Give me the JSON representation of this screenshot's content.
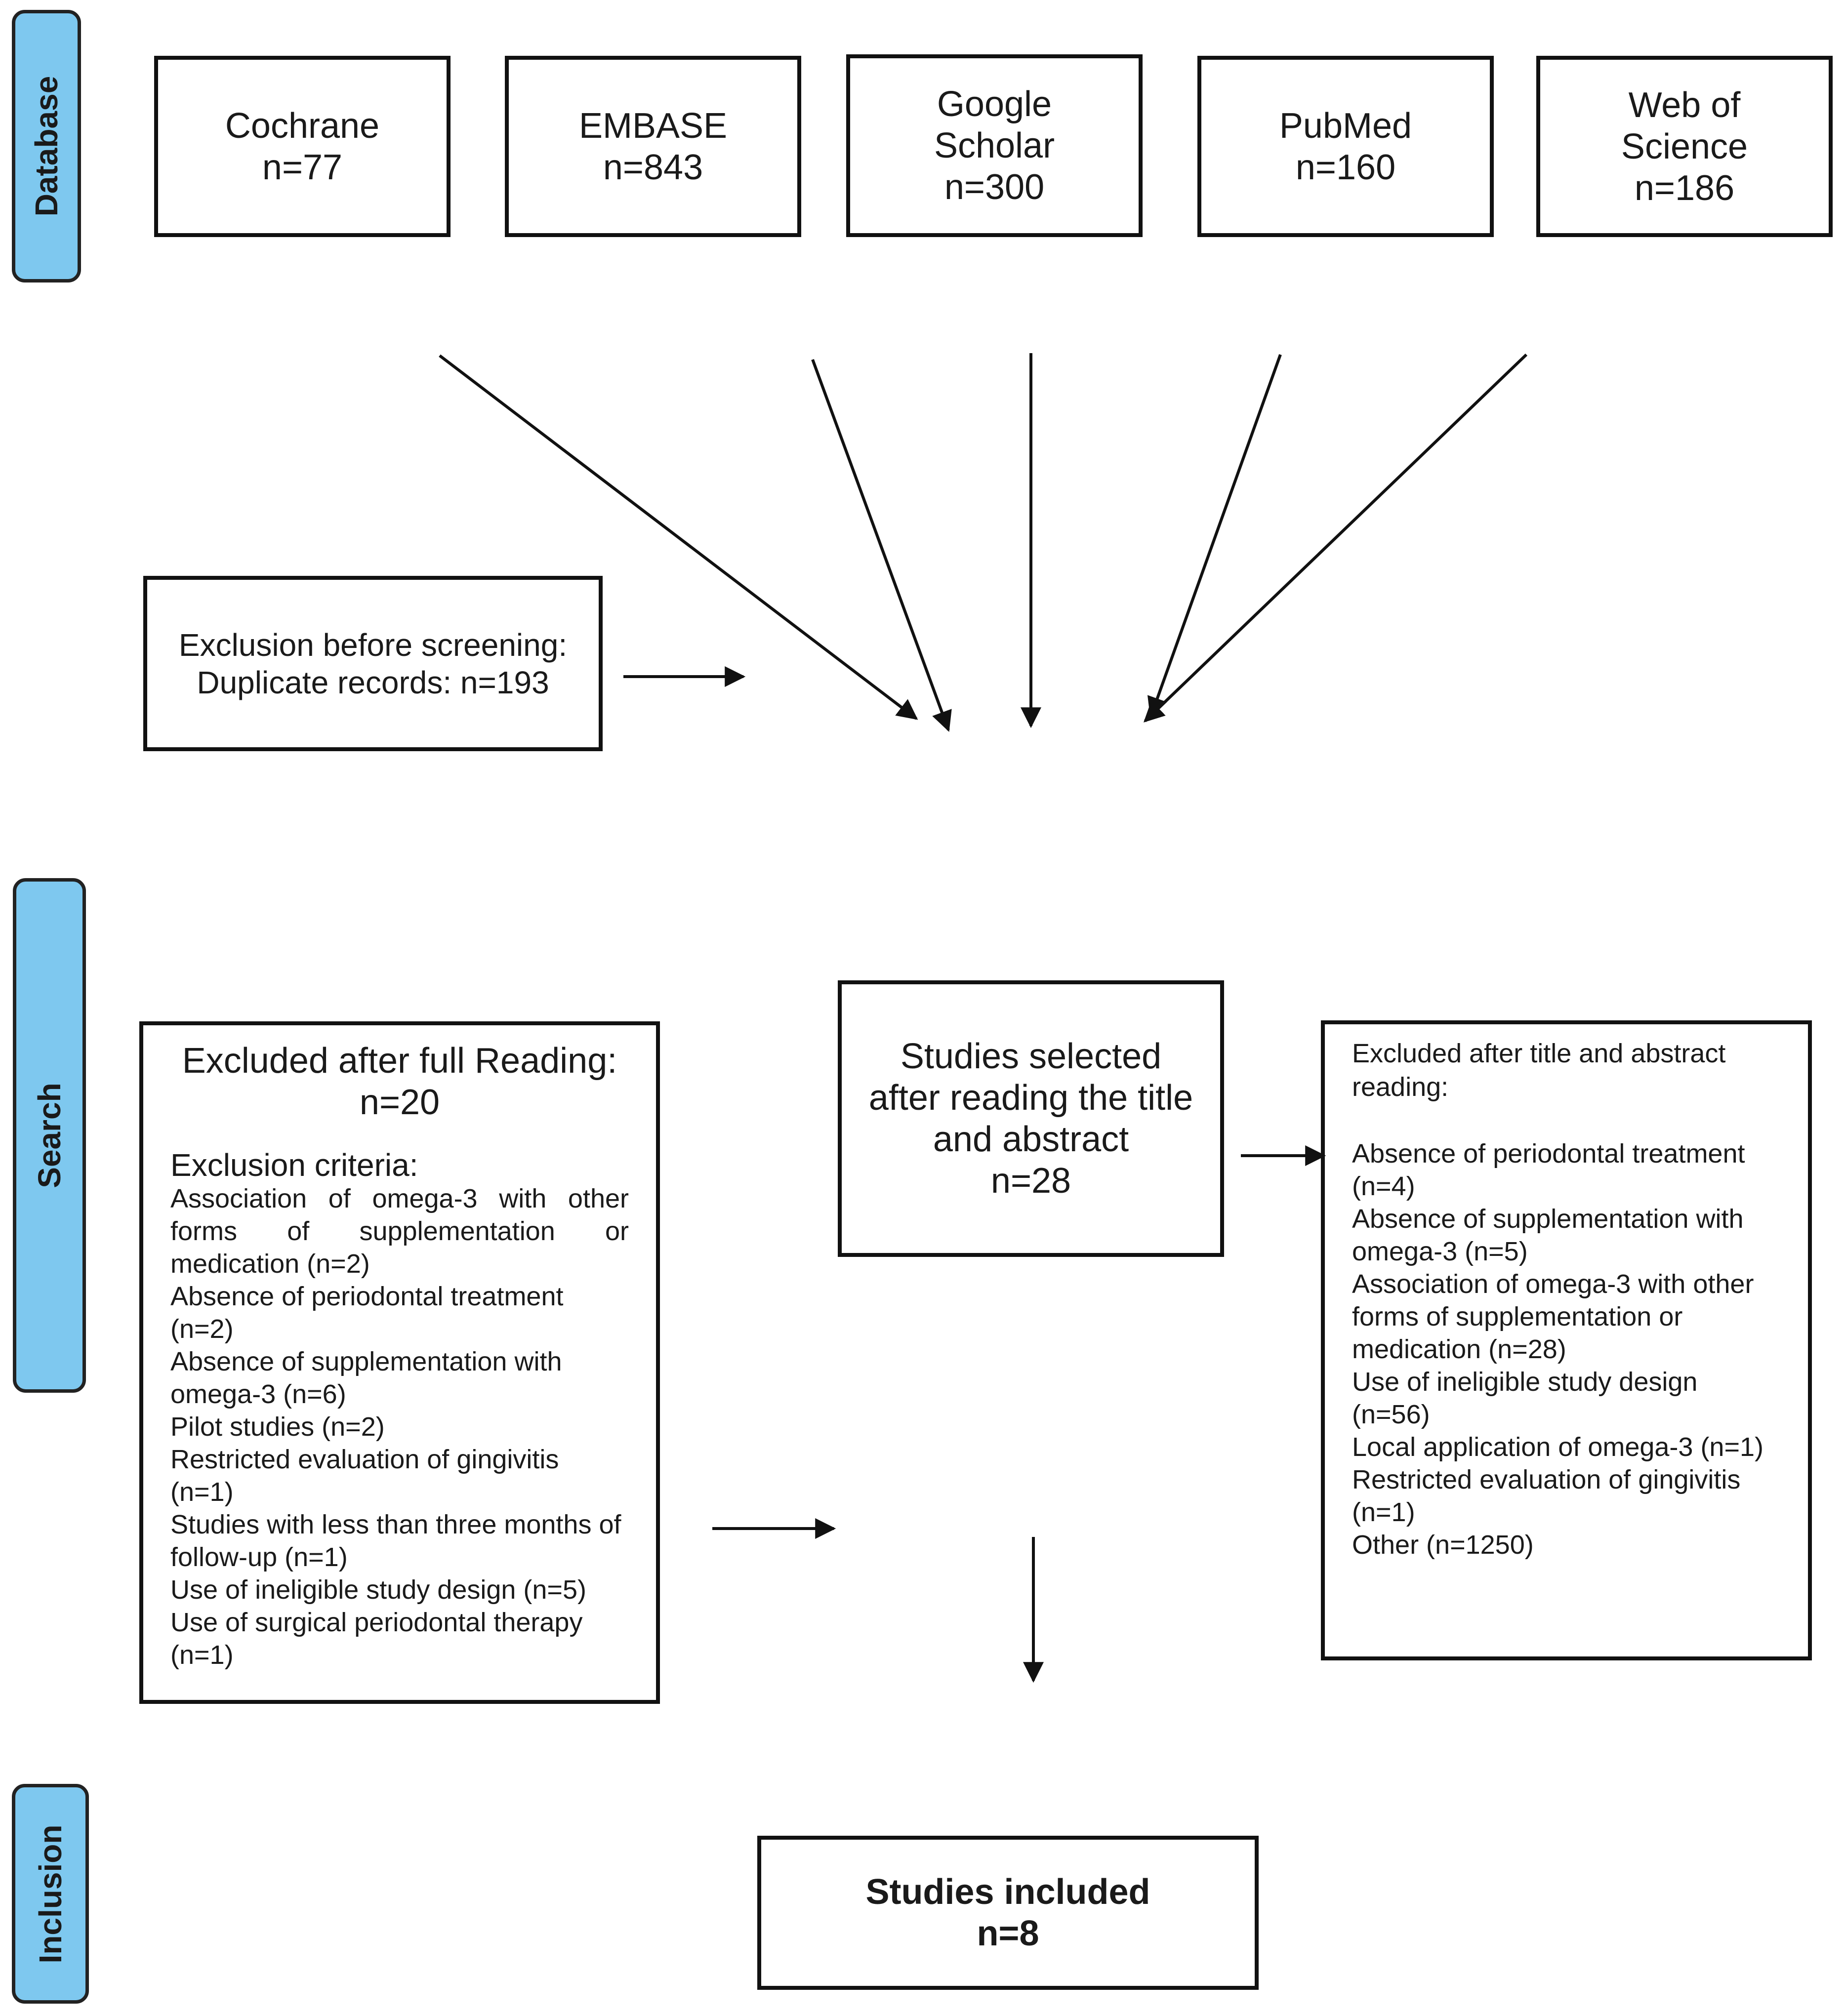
{
  "stages": {
    "database": "Database",
    "search": "Search",
    "inclusion": "Inclusion"
  },
  "databases": [
    {
      "name": "Cochrane",
      "count": "n=77"
    },
    {
      "name": "EMBASE",
      "count": "n=843"
    },
    {
      "name": "Google Scholar",
      "count": "n=300"
    },
    {
      "name": "PubMed",
      "count": "n=160"
    },
    {
      "name": "Web of Science",
      "count": "n=186"
    }
  ],
  "exclusion_before_screening": {
    "line1": "Exclusion before screening:",
    "line2": "Duplicate records: n=193"
  },
  "studies_selected": {
    "text": "Studies selected after reading the title and abstract",
    "count": "n=28"
  },
  "excluded_full_reading": {
    "title": "Excluded after full Reading:",
    "count": "n=20",
    "criteria_title": "Exclusion criteria:",
    "criteria": [
      "Association of omega-3 with other forms of supplementation or medication (n=2)",
      "Absence of periodontal treatment (n=2)",
      "Absence of supplementation with omega-3 (n=6)",
      "Pilot studies (n=2)",
      "Restricted evaluation of gingivitis (n=1)",
      "Studies with less than three months of follow-up (n=1)",
      "Use of ineligible study design (n=5)",
      "Use of surgical periodontal therapy (n=1)"
    ]
  },
  "excluded_title_abstract": {
    "title": "Excluded after title and abstract reading:",
    "items": [
      "Absence of periodontal treatment (n=4)",
      "Absence of supplementation with omega-3 (n=5)",
      "Association of omega-3 with other forms of supplementation or medication (n=28)",
      "Use of ineligible study design (n=56)",
      "Local application of omega-3 (n=1)",
      "Restricted evaluation of gingivitis (n=1)",
      "Other (n=1250)"
    ]
  },
  "studies_included": {
    "text": "Studies included",
    "count": "n=8"
  }
}
